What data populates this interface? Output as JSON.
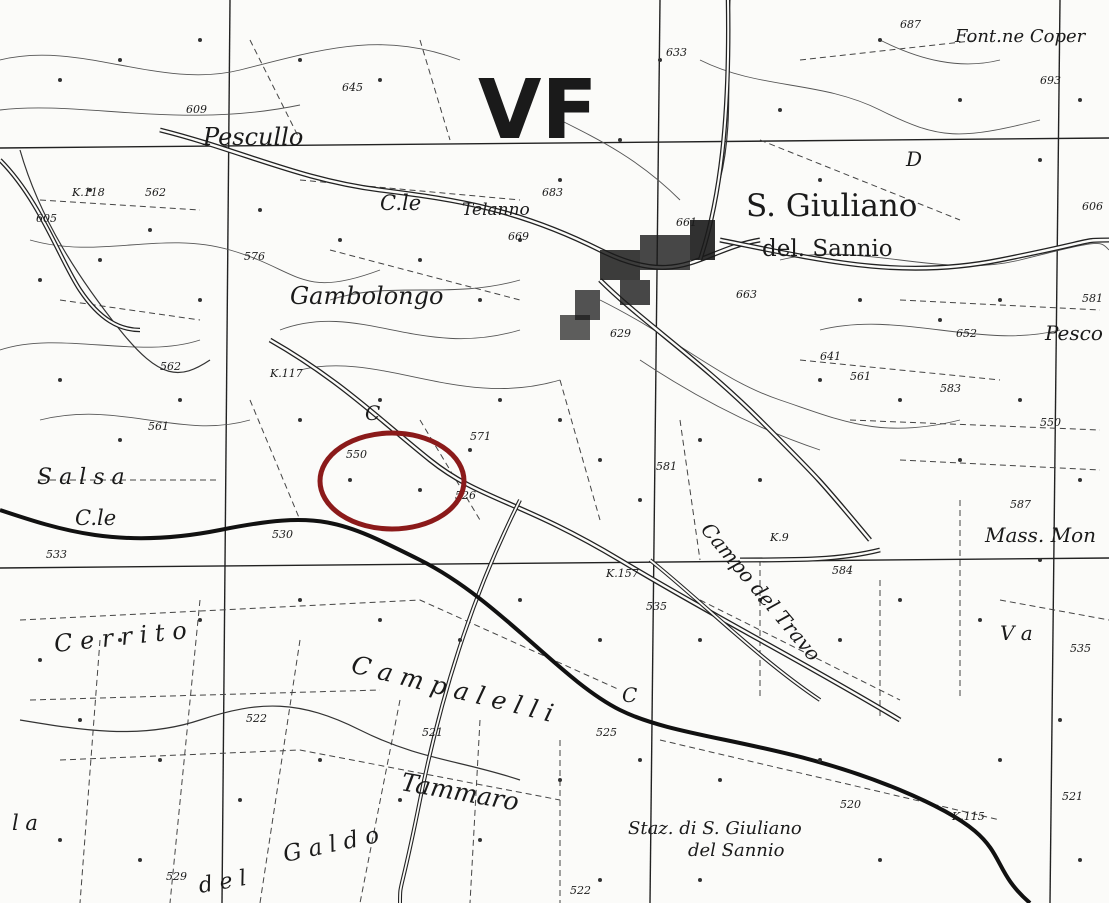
{
  "map": {
    "sheet_code": "VF",
    "town": {
      "line1": "S. Giuliano",
      "line2": "del. Sannio"
    },
    "station": {
      "line1": "Staz. di S. Giuliano",
      "line2": "del Sannio"
    },
    "place_names": {
      "pescullo": "Pescullo",
      "gambolongo": "Gambolongo",
      "salsa": "S a l s a",
      "cerrito": "C e r r i t o",
      "campalelli": "C a m p a l e l l i",
      "tammaro": "Tammaro",
      "galdo": "G a l d o",
      "campo_del_travo": "Campo del Travo",
      "mass_mon": "Mass. Mon",
      "font_coper": "Font.ne Coper",
      "telanno": "Telanno",
      "pesco": "Pesco",
      "costa_c": "C",
      "cle_top": "C.le",
      "cle_left": "C.le",
      "va_frag": "V a",
      "la_frag": "l a",
      "del_frag": "d e l",
      "c_frag": "C",
      "d_frag": "D"
    },
    "kilometre_markers": [
      "K.118",
      "K.117",
      "K.9",
      "K.157",
      "K.115"
    ],
    "elevations": [
      "645",
      "609",
      "633",
      "687",
      "693",
      "605",
      "562",
      "576",
      "683",
      "661",
      "669",
      "663",
      "581",
      "629",
      "652",
      "641",
      "562",
      "561",
      "550",
      "571",
      "581",
      "526",
      "530",
      "533",
      "535",
      "587",
      "584",
      "522",
      "521",
      "525",
      "520",
      "521",
      "529",
      "522",
      "606",
      "550",
      "535",
      "561",
      "583"
    ],
    "circle_annotation": {
      "color": "#8b1a1a"
    }
  }
}
